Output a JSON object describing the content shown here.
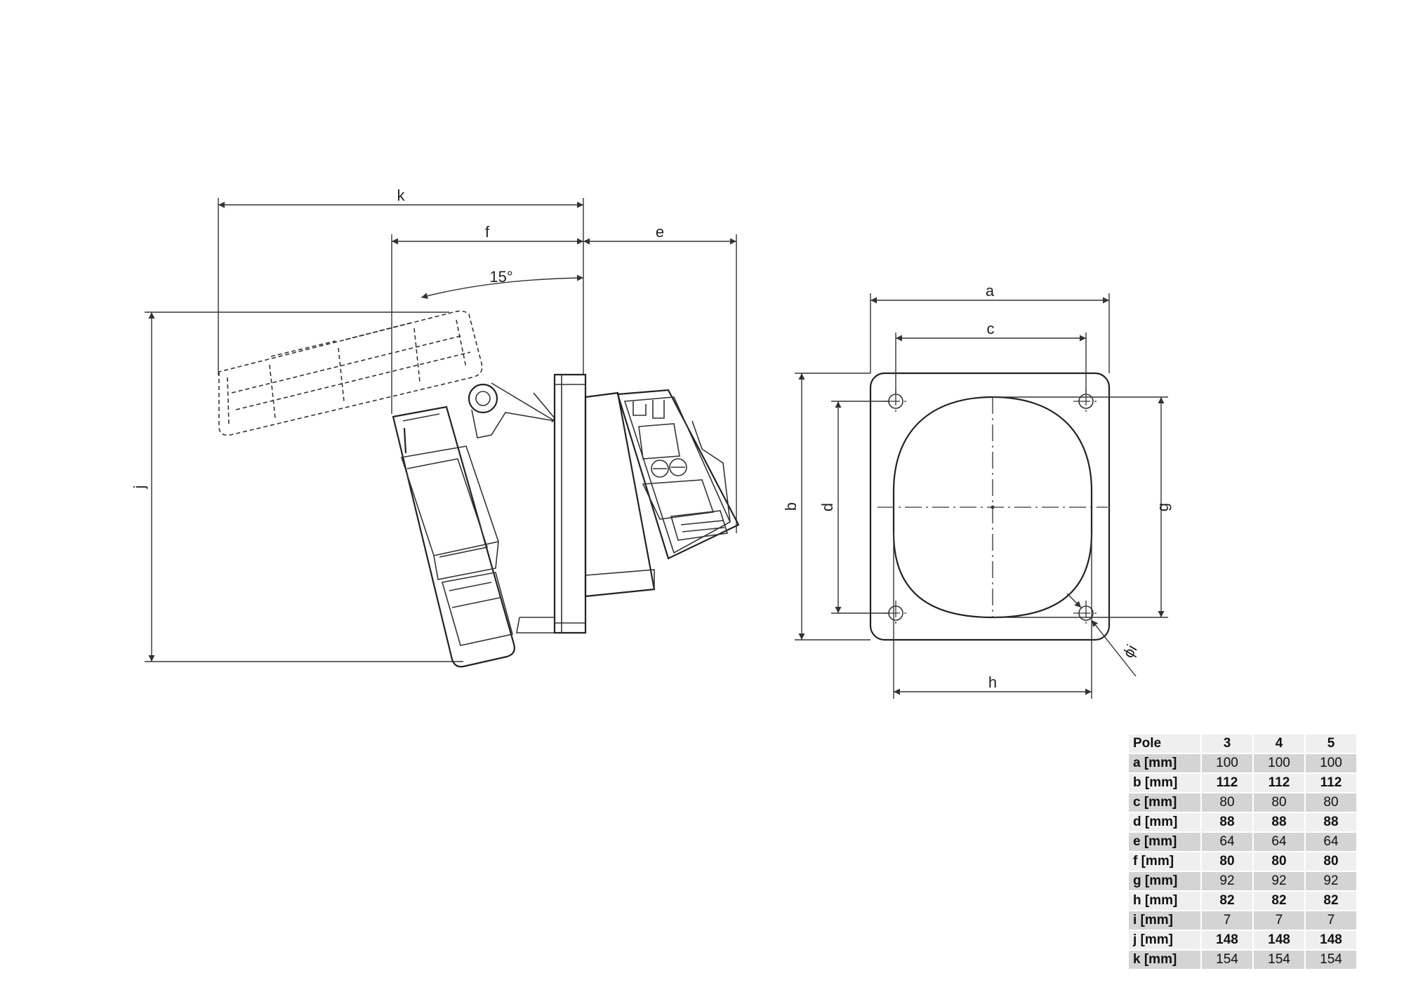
{
  "drawing": {
    "side_view_labels": {
      "k": "k",
      "f": "f",
      "e": "e",
      "j": "j",
      "angle": "15°"
    },
    "front_view_labels": {
      "a": "a",
      "c": "c",
      "b": "b",
      "d": "d",
      "g": "g",
      "h": "h",
      "i": "ϕi"
    }
  },
  "table": {
    "header": [
      "Pole",
      "3",
      "4",
      "5"
    ],
    "rows": [
      {
        "label": "a [mm]",
        "values": [
          "100",
          "100",
          "100"
        ]
      },
      {
        "label": "b [mm]",
        "values": [
          "112",
          "112",
          "112"
        ]
      },
      {
        "label": "c [mm]",
        "values": [
          "80",
          "80",
          "80"
        ]
      },
      {
        "label": "d [mm]",
        "values": [
          "88",
          "88",
          "88"
        ]
      },
      {
        "label": "e [mm]",
        "values": [
          "64",
          "64",
          "64"
        ]
      },
      {
        "label": "f [mm]",
        "values": [
          "80",
          "80",
          "80"
        ]
      },
      {
        "label": "g [mm]",
        "values": [
          "92",
          "92",
          "92"
        ]
      },
      {
        "label": "h [mm]",
        "values": [
          "82",
          "82",
          "82"
        ]
      },
      {
        "label": "i [mm]",
        "values": [
          "7",
          "7",
          "7"
        ]
      },
      {
        "label": "j [mm]",
        "values": [
          "148",
          "148",
          "148"
        ]
      },
      {
        "label": "k [mm]",
        "values": [
          "154",
          "154",
          "154"
        ]
      }
    ]
  }
}
